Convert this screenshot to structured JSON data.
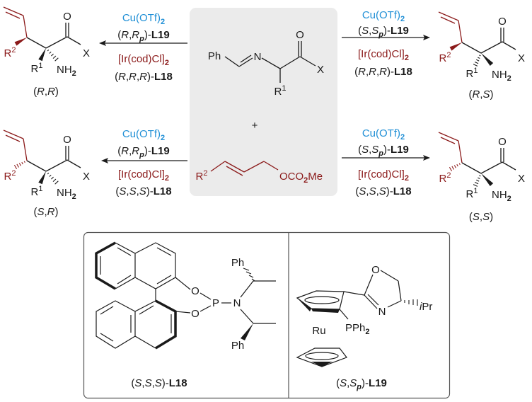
{
  "colors": {
    "ink": "#1a1a1a",
    "copper": "#1f8fd6",
    "iridium": "#8b1a1a",
    "reactant_box": "#ebebeb",
    "divider": "#555555"
  },
  "imine": {
    "ph": "Ph",
    "n": "N",
    "o": "O",
    "x": "X",
    "r1": [
      [
        "R",
        ""
      ],
      [
        "1",
        "sup"
      ]
    ]
  },
  "plus": "+",
  "carbonate": {
    "r2": [
      [
        "R",
        ""
      ],
      [
        "2",
        "sup"
      ]
    ],
    "leaving_group": [
      [
        "OCO",
        ""
      ],
      [
        "2",
        "sub"
      ],
      [
        "Me",
        ""
      ]
    ]
  },
  "product_atoms": {
    "o": "O",
    "x": "X",
    "r1": [
      [
        "R",
        ""
      ],
      [
        "1",
        "sup"
      ]
    ],
    "r2": [
      [
        "R",
        ""
      ],
      [
        "2",
        "sup"
      ]
    ],
    "nh2": [
      [
        "NH",
        ""
      ],
      [
        "2",
        "sub"
      ]
    ]
  },
  "reactions": [
    {
      "cu_catalyst": [
        [
          "Cu(OTf)",
          ""
        ],
        [
          "2",
          "sub"
        ]
      ],
      "cu_ligand": [
        [
          "(",
          ""
        ],
        [
          "R",
          "i"
        ],
        [
          ",",
          ""
        ],
        [
          "R",
          "i"
        ],
        [
          "p",
          "isub"
        ],
        [
          ")-",
          ""
        ],
        [
          "L19",
          "b"
        ]
      ],
      "ir_catalyst": [
        [
          "[Ir(cod)Cl]",
          ""
        ],
        [
          "2",
          "sub"
        ]
      ],
      "ir_ligand": [
        [
          "(",
          ""
        ],
        [
          "R",
          "i"
        ],
        [
          ",",
          ""
        ],
        [
          "R",
          "i"
        ],
        [
          ",",
          ""
        ],
        [
          "R",
          "i"
        ],
        [
          ")-",
          ""
        ],
        [
          "L18",
          "b"
        ]
      ],
      "product_label": [
        [
          "(",
          ""
        ],
        [
          "R",
          "i"
        ],
        [
          ",",
          ""
        ],
        [
          "R",
          "i"
        ],
        [
          ")",
          ""
        ]
      ]
    },
    {
      "cu_catalyst": [
        [
          "Cu(OTf)",
          ""
        ],
        [
          "2",
          "sub"
        ]
      ],
      "cu_ligand": [
        [
          "(",
          ""
        ],
        [
          "S",
          "i"
        ],
        [
          ",",
          ""
        ],
        [
          "S",
          "i"
        ],
        [
          "p",
          "isub"
        ],
        [
          ")-",
          ""
        ],
        [
          "L19",
          "b"
        ]
      ],
      "ir_catalyst": [
        [
          "[Ir(cod)Cl]",
          ""
        ],
        [
          "2",
          "sub"
        ]
      ],
      "ir_ligand": [
        [
          "(",
          ""
        ],
        [
          "R",
          "i"
        ],
        [
          ",",
          ""
        ],
        [
          "R",
          "i"
        ],
        [
          ",",
          ""
        ],
        [
          "R",
          "i"
        ],
        [
          ")-",
          ""
        ],
        [
          "L18",
          "b"
        ]
      ],
      "product_label": [
        [
          "(",
          ""
        ],
        [
          "R",
          "i"
        ],
        [
          ",",
          ""
        ],
        [
          "S",
          "i"
        ],
        [
          ")",
          ""
        ]
      ]
    },
    {
      "cu_catalyst": [
        [
          "Cu(OTf)",
          ""
        ],
        [
          "2",
          "sub"
        ]
      ],
      "cu_ligand": [
        [
          "(",
          ""
        ],
        [
          "R",
          "i"
        ],
        [
          ",",
          ""
        ],
        [
          "R",
          "i"
        ],
        [
          "p",
          "isub"
        ],
        [
          ")-",
          ""
        ],
        [
          "L19",
          "b"
        ]
      ],
      "ir_catalyst": [
        [
          "[Ir(cod)Cl]",
          ""
        ],
        [
          "2",
          "sub"
        ]
      ],
      "ir_ligand": [
        [
          "(",
          ""
        ],
        [
          "S",
          "i"
        ],
        [
          ",",
          ""
        ],
        [
          "S",
          "i"
        ],
        [
          ",",
          ""
        ],
        [
          "S",
          "i"
        ],
        [
          ")-",
          ""
        ],
        [
          "L18",
          "b"
        ]
      ],
      "product_label": [
        [
          "(",
          ""
        ],
        [
          "S",
          "i"
        ],
        [
          ",",
          ""
        ],
        [
          "R",
          "i"
        ],
        [
          ")",
          ""
        ]
      ]
    },
    {
      "cu_catalyst": [
        [
          "Cu(OTf)",
          ""
        ],
        [
          "2",
          "sub"
        ]
      ],
      "cu_ligand": [
        [
          "(",
          ""
        ],
        [
          "S",
          "i"
        ],
        [
          ",",
          ""
        ],
        [
          "S",
          "i"
        ],
        [
          "p",
          "isub"
        ],
        [
          ")-",
          ""
        ],
        [
          "L19",
          "b"
        ]
      ],
      "ir_catalyst": [
        [
          "[Ir(cod)Cl]",
          ""
        ],
        [
          "2",
          "sub"
        ]
      ],
      "ir_ligand": [
        [
          "(",
          ""
        ],
        [
          "S",
          "i"
        ],
        [
          ",",
          ""
        ],
        [
          "S",
          "i"
        ],
        [
          ",",
          ""
        ],
        [
          "S",
          "i"
        ],
        [
          ")-",
          ""
        ],
        [
          "L18",
          "b"
        ]
      ],
      "product_label": [
        [
          "(",
          ""
        ],
        [
          "S",
          "i"
        ],
        [
          ",",
          ""
        ],
        [
          "S",
          "i"
        ],
        [
          ")",
          ""
        ]
      ]
    }
  ],
  "ligands": {
    "l18": {
      "o": "O",
      "p": "P",
      "n": "N",
      "ph": "Ph",
      "label": [
        [
          "(",
          ""
        ],
        [
          "S",
          "i"
        ],
        [
          ",",
          ""
        ],
        [
          "S",
          "i"
        ],
        [
          ",",
          ""
        ],
        [
          "S",
          "i"
        ],
        [
          ")-",
          ""
        ],
        [
          "L18",
          "b"
        ]
      ]
    },
    "l19": {
      "o": "O",
      "n": "N",
      "ru": "Ru",
      "ipr": [
        [
          "i",
          "i"
        ],
        [
          "Pr",
          ""
        ]
      ],
      "pph2": [
        [
          "PPh",
          ""
        ],
        [
          "2",
          "sub"
        ]
      ],
      "label": [
        [
          "(",
          ""
        ],
        [
          "S",
          "i"
        ],
        [
          ",",
          ""
        ],
        [
          "S",
          "i"
        ],
        [
          "p",
          "isub"
        ],
        [
          ")-",
          ""
        ],
        [
          "L19",
          "b"
        ]
      ]
    }
  }
}
